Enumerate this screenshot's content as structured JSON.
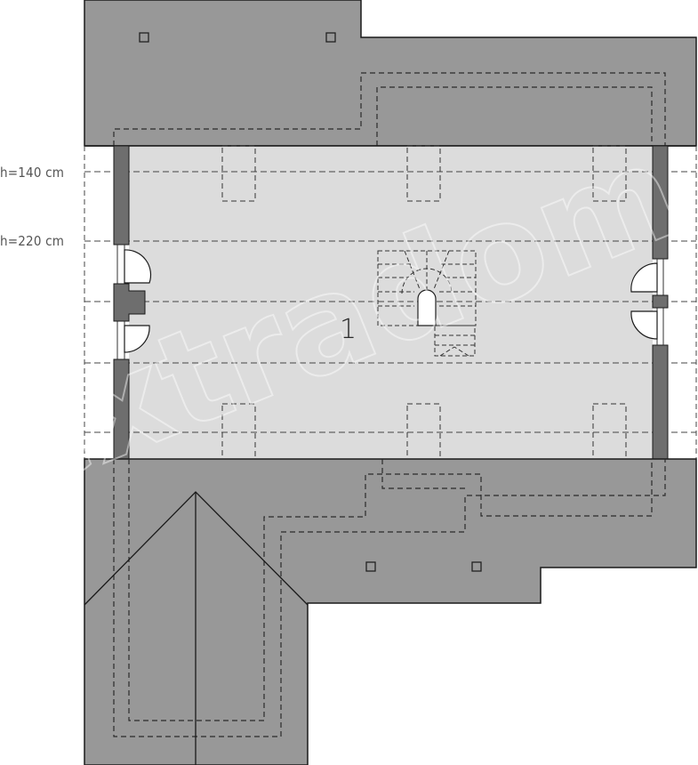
{
  "labels": {
    "height_140": "h=140 cm",
    "height_220": "h=220 cm",
    "room_number": "1"
  },
  "watermark": {
    "text": "extradom"
  },
  "colors": {
    "roof_fill": "#989898",
    "floor_fill": "#dcdcdc",
    "wall_fill": "#6e6e6e",
    "outline": "#1a1a1a",
    "dash": "#303030"
  }
}
